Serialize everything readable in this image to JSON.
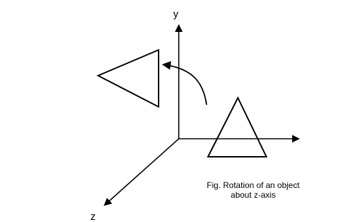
{
  "diagram": {
    "axes": {
      "x_label": "",
      "y_label": "y",
      "z_label": "z"
    },
    "caption": {
      "line1": "Fig. Rotation of an object",
      "line2": "about z-axis"
    }
  }
}
